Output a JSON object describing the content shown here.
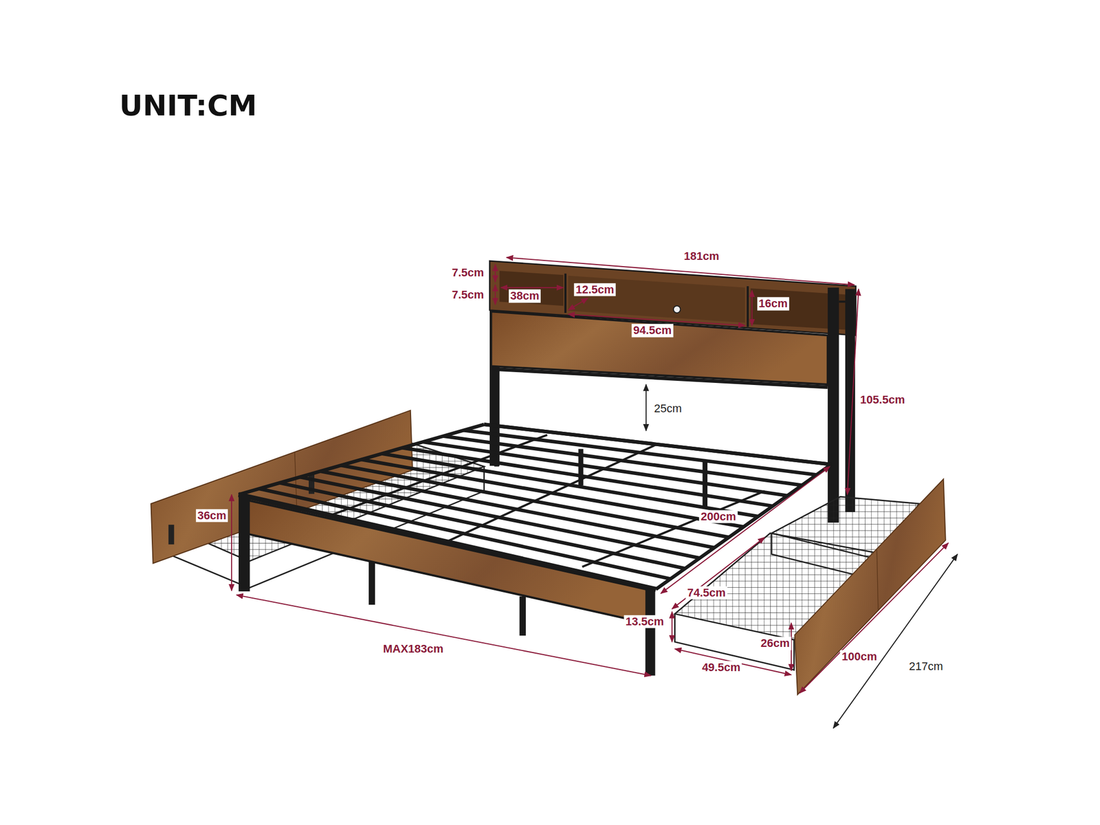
{
  "diagram": {
    "title": "UNIT:CM",
    "labels": [
      "181cm",
      "7.5cm",
      "12.5cm",
      "7.5cm",
      "38cm",
      "16cm",
      "94.5cm",
      "105.5cm",
      "25cm",
      "36cm",
      "200cm",
      "74.5cm",
      "13.5cm",
      "26cm",
      "MAX183cm",
      "100cm",
      "217cm",
      "49.5cm"
    ]
  }
}
